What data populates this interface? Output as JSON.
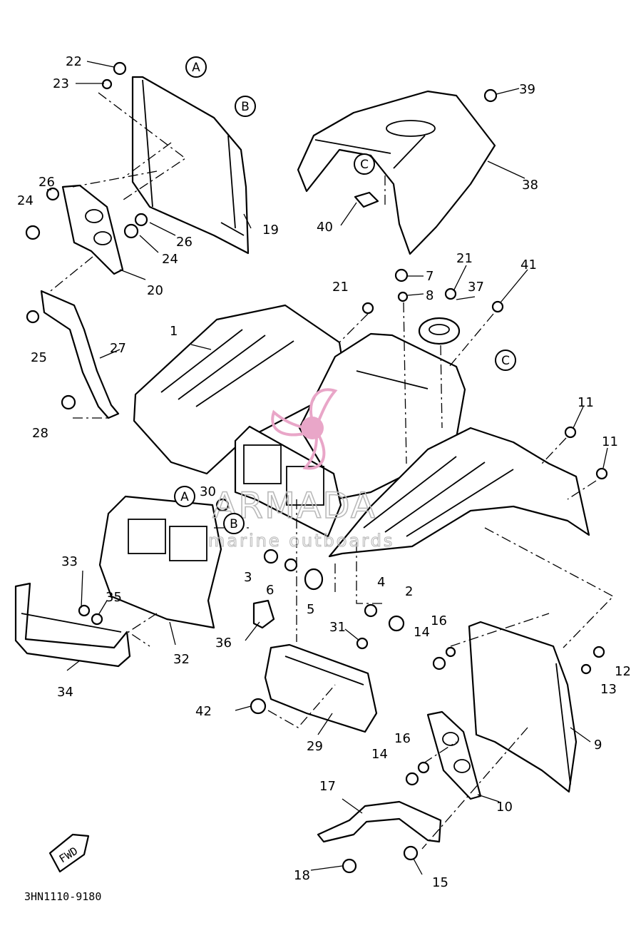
{
  "diagram_code": "3HN1110-9180",
  "fwd_label": "FWD",
  "callouts": [
    "A",
    "B",
    "C"
  ],
  "part_numbers": [
    "1",
    "2",
    "3",
    "4",
    "5",
    "6",
    "7",
    "8",
    "9",
    "10",
    "11",
    "12",
    "13",
    "14",
    "15",
    "16",
    "17",
    "18",
    "19",
    "20",
    "21",
    "22",
    "23",
    "24",
    "25",
    "26",
    "27",
    "28",
    "29",
    "30",
    "31",
    "32",
    "33",
    "34",
    "35",
    "36",
    "37",
    "38",
    "39",
    "40",
    "41",
    "42"
  ],
  "watermark": {
    "brand": "ARMADA",
    "tagline": "marine outboards",
    "logo_color": "#e9a6c8"
  }
}
